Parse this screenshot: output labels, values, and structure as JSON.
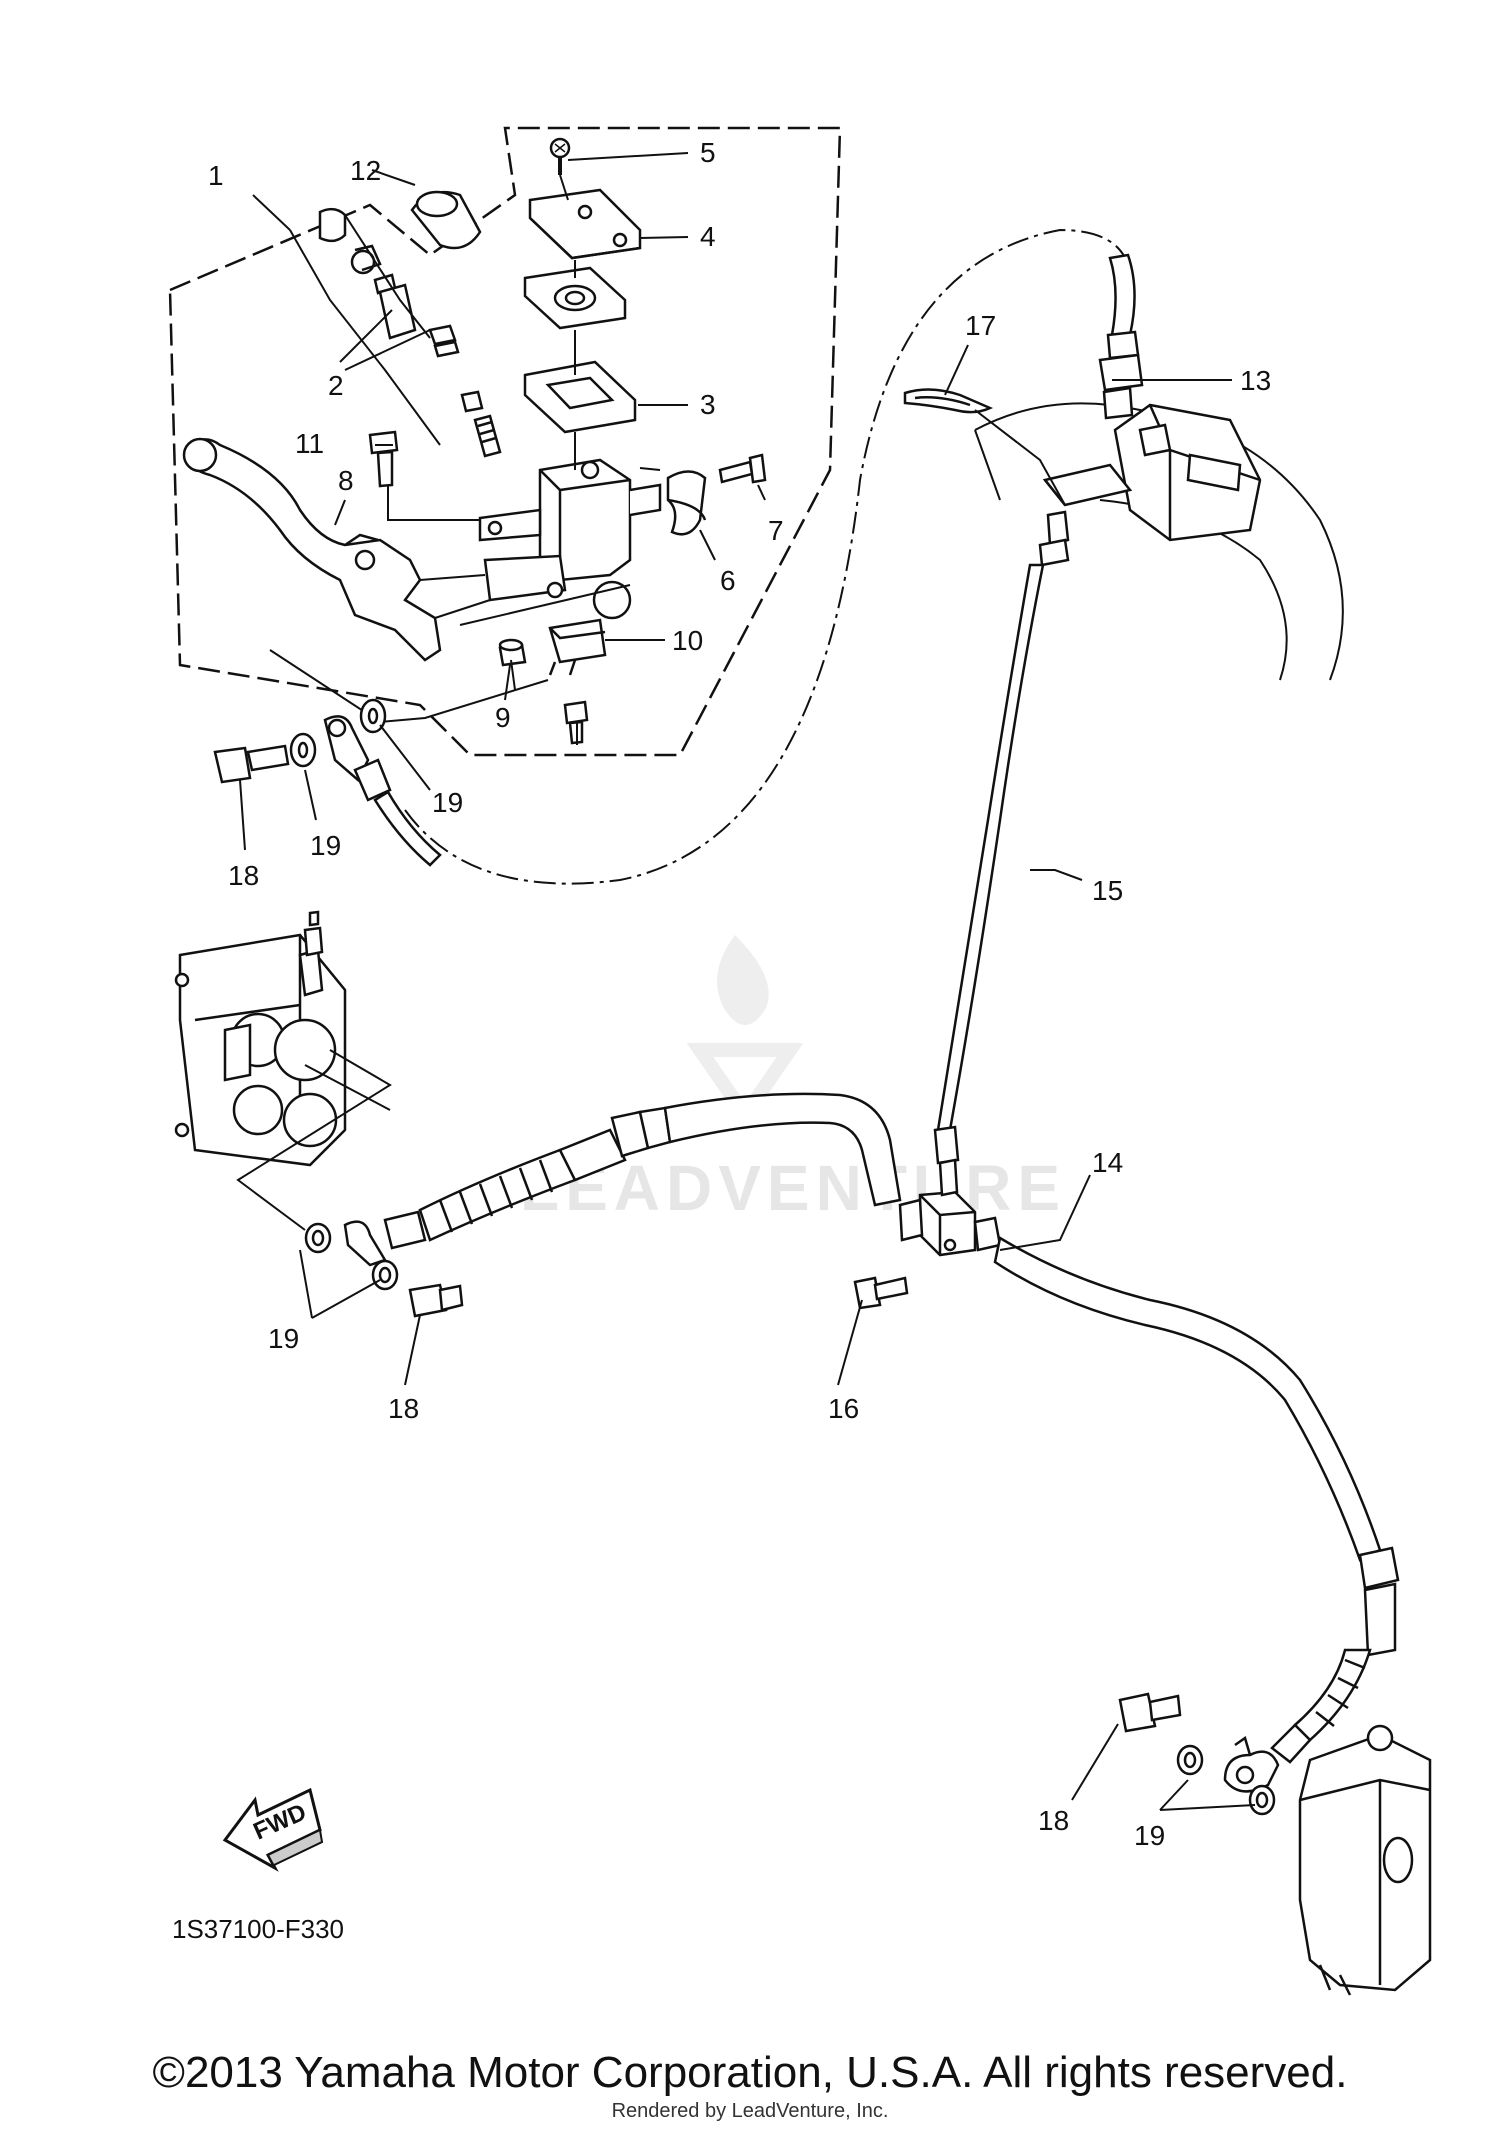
{
  "labels": {
    "p1": "1",
    "p2": "2",
    "p3": "3",
    "p4": "4",
    "p5": "5",
    "p6": "6",
    "p7": "7",
    "p8": "8",
    "p9": "9",
    "p10": "10",
    "p11": "11",
    "p12": "12",
    "p13": "13",
    "p14": "14",
    "p15": "15",
    "p16": "16",
    "p17": "17",
    "p18a": "18",
    "p18b": "18",
    "p18c": "18",
    "p19a": "19",
    "p19b": "19",
    "p19c": "19",
    "p19d": "19"
  },
  "diagram_code": "1S37100-F330",
  "fwd_label": "FWD",
  "watermark": "LEADVENTURE",
  "copyright": "©2013 Yamaha Motor Corporation, U.S.A. All rights reserved.",
  "rendered_by": "Rendered by LeadVenture, Inc."
}
